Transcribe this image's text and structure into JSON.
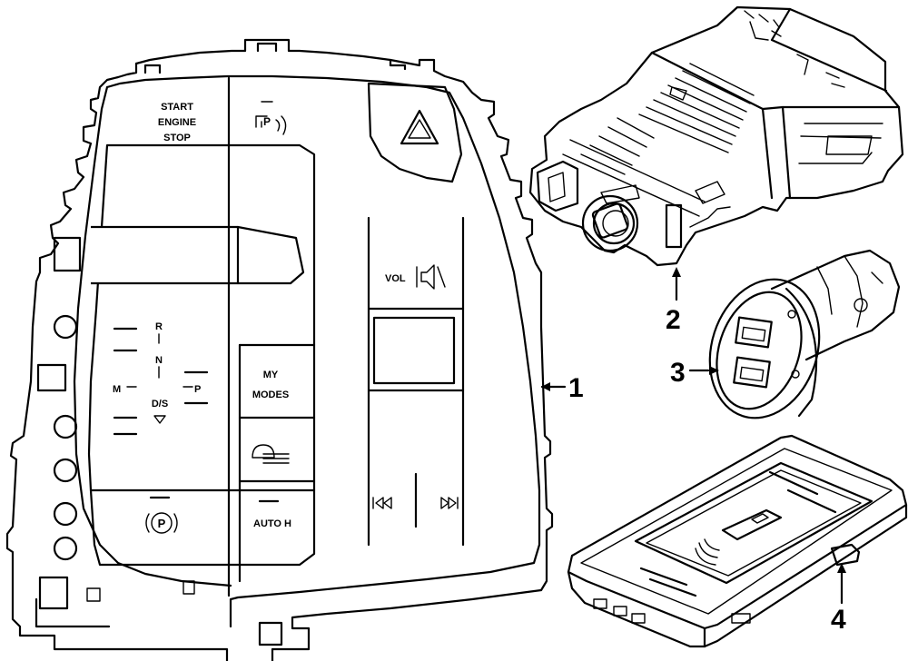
{
  "panel": {
    "start_line1": "START",
    "start_line2": "ENGINE",
    "start_line3": "STOP",
    "gear_r": "R",
    "gear_n": "N",
    "gear_ds": "D/S",
    "gear_m": "M",
    "gear_p": "P",
    "my_modes_line1": "MY",
    "my_modes_line2": "MODES",
    "vol": "VOL",
    "auto_h": "AUTO H"
  },
  "callouts": {
    "one": "1",
    "two": "2",
    "three": "3",
    "four": "4"
  },
  "icons": [
    "hazard-icon",
    "park-assist-icon",
    "mute-icon",
    "parking-brake-icon",
    "drive-mode-icon",
    "skip-back-icon",
    "skip-forward-icon",
    "usb-port-icon",
    "wireless-charge-icon"
  ]
}
